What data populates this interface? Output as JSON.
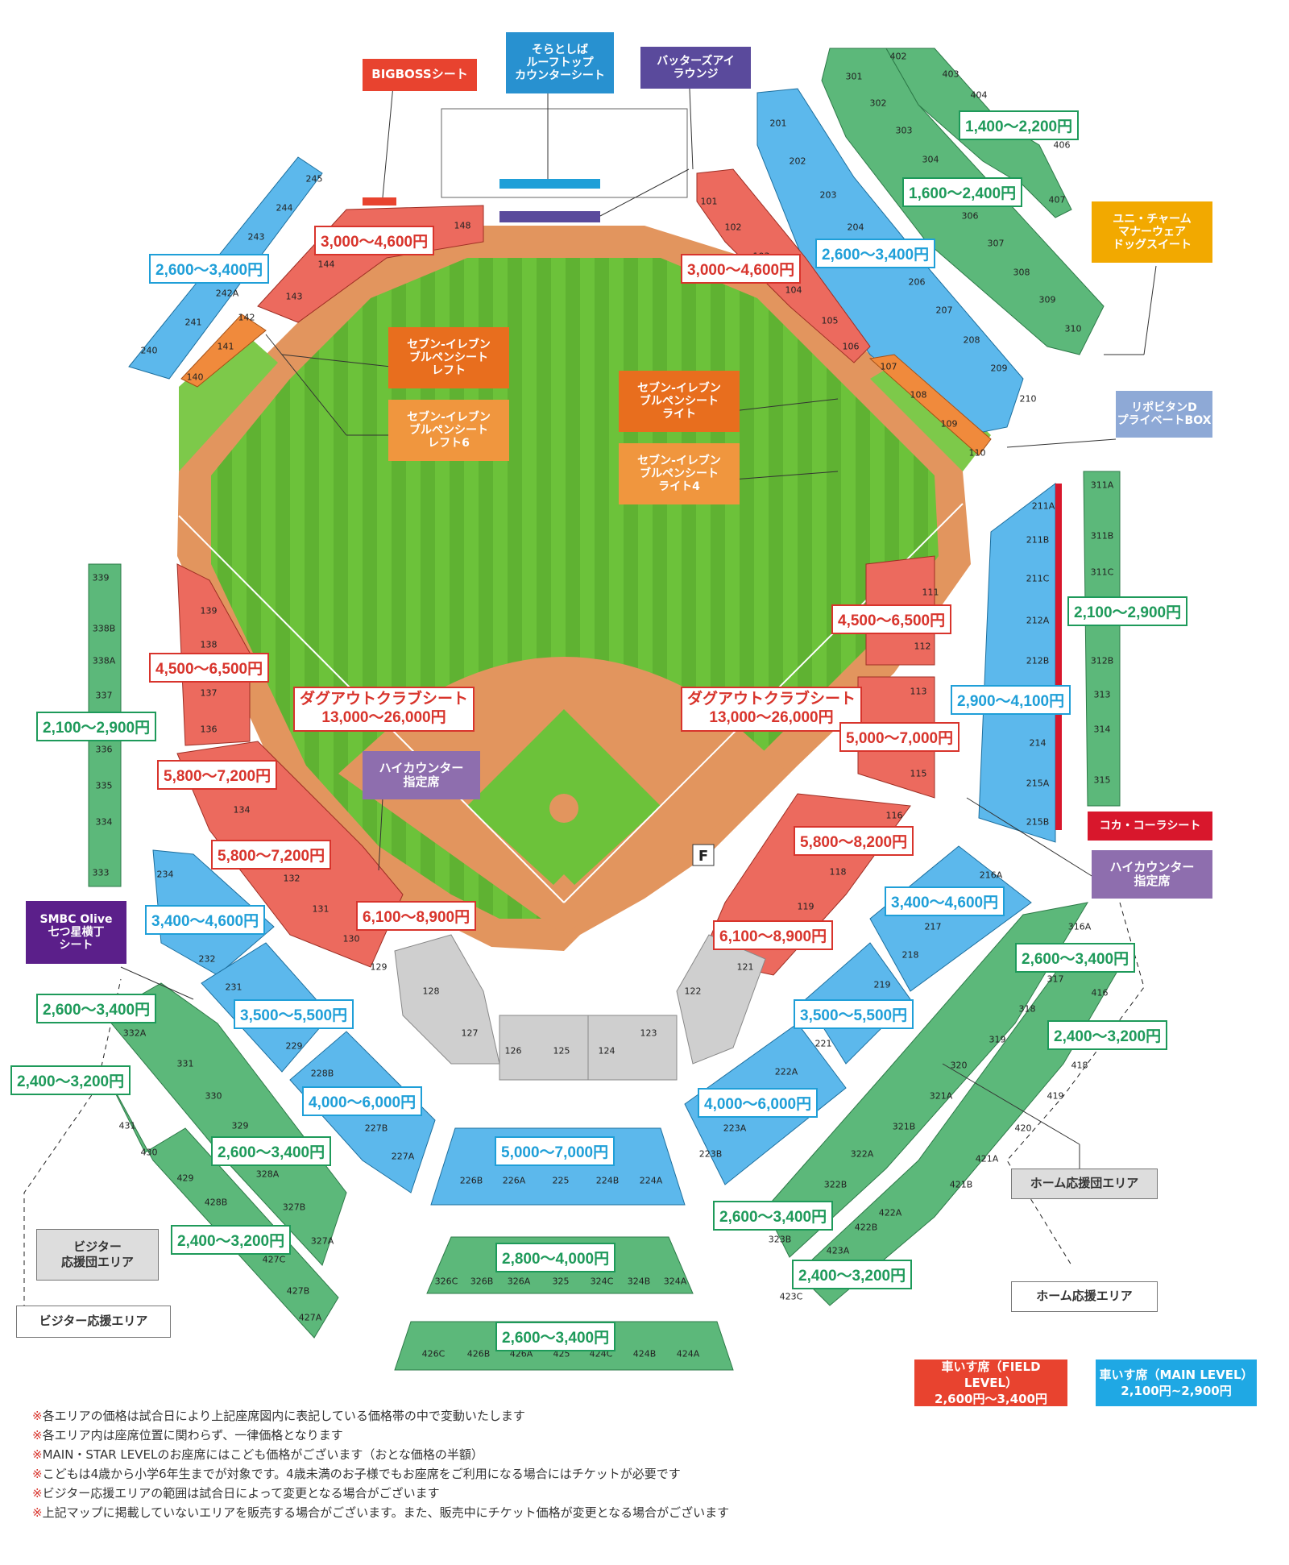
{
  "colors": {
    "green": "#5cb87a",
    "blue": "#5cb8ec",
    "red": "#ec6a5e",
    "gray": "#cfcfcf",
    "field": "#6cc23a",
    "dirt": "#e2955e",
    "orange": "#e86e1e",
    "lightorange": "#f0963e",
    "purple": "#5a4a9c",
    "violet": "#8e6eae",
    "crimson": "#d8172c",
    "amber": "#f2a900",
    "steel": "#8ea9d6"
  },
  "callouts": {
    "bigboss": "BIGBOSSシート",
    "sorato": "そらとしば\nルーフトップ\nカウンターシート",
    "batters_eye": "バッターズアイ\nラウンジ",
    "unicharm": "ユニ・チャーム\nマナーウェア\nドッグスイート",
    "lipovitan": "リポビタンD\nプライベートBOX",
    "bullpen_left": "セブン-イレブン\nブルペンシート\nレフト",
    "bullpen_left6": "セブン-イレブン\nブルペンシート\nレフト6",
    "bullpen_right": "セブン-イレブン\nブルペンシート\nライト",
    "bullpen_right4": "セブン-イレブン\nブルペンシート\nライト4",
    "high_counter_left": "ハイカウンター\n指定席",
    "high_counter_right": "ハイカウンター\n指定席",
    "cocacola": "コカ・コーラシート",
    "smbc": "SMBC Olive\n七つ星横丁\nシート",
    "visitor_cheer": "ビジター\n応援団エリア",
    "visitor_area": "ビジター応援エリア",
    "home_cheer": "ホーム応援団エリア",
    "home_area": "ホーム応援エリア"
  },
  "prices": {
    "p402": "1,400～2,200円",
    "p301": "1,600～2,400円",
    "p201": "2,600～3,400円",
    "p241": "2,600～3,400円",
    "p143": "3,000～4,600円",
    "p101": "3,000～4,600円",
    "p211": "2,100～2,900円",
    "p339": "2,100～2,900円",
    "p112": "4,500～6,500円",
    "p137": "4,500～6,500円",
    "p212": "2,900～4,100円",
    "dugout_left": "ダグアウトクラブシート\n13,000～26,000円",
    "dugout_right": "ダグアウトクラブシート\n13,000～26,000円",
    "p113": "5,000～7,000円",
    "p134": "5,800～7,200円",
    "p132": "5,800～7,200円",
    "p116": "5,800～8,200円",
    "p130": "6,100～8,900円",
    "p119": "6,100～8,900円",
    "p217": "3,400～4,600円",
    "p232": "3,400～4,600円",
    "p316": "2,600～3,400円",
    "p331": "2,600～3,400円",
    "p418": "2,400～3,200円",
    "p431": "2,400～3,200円",
    "p229": "3,500～5,500円",
    "p221": "3,500～5,500円",
    "p227": "4,000～6,000円",
    "p223": "4,000～6,000円",
    "p225": "5,000～7,000円",
    "p328": "2,600～3,400円",
    "p322": "2,600～3,400円",
    "p428": "2,400～3,200円",
    "p423": "2,400～3,200円",
    "p325": "2,800～4,000円",
    "p425": "2,600～3,400円"
  },
  "sections": {
    "s301": "301",
    "s302": "302",
    "s303": "303",
    "s304": "304",
    "s306": "306",
    "s307": "307",
    "s308": "308",
    "s309": "309",
    "s310": "310",
    "s402": "402",
    "s403": "403",
    "s404": "404",
    "s406": "406",
    "s407": "407",
    "s201": "201",
    "s202": "202",
    "s203": "203",
    "s204": "204",
    "s206": "206",
    "s207": "207",
    "s208": "208",
    "s209": "209",
    "s210": "210",
    "s101": "101",
    "s102": "102",
    "s103": "103",
    "s104": "104",
    "s105": "105",
    "s106": "106",
    "s107": "107",
    "s108": "108",
    "s109": "109",
    "s110": "110",
    "s240": "240",
    "s241": "241",
    "s242a": "242A",
    "s243": "243",
    "s244": "244",
    "s245": "245",
    "s140": "140",
    "s141": "141",
    "s142": "142",
    "s143": "143",
    "s144": "144",
    "s148": "148",
    "s139": "139",
    "s138": "138",
    "s137": "137",
    "s136": "136",
    "s134": "134",
    "s132": "132",
    "s131": "131",
    "s130": "130",
    "s129": "129",
    "s111": "111",
    "s112": "112",
    "s113": "113",
    "s115": "115",
    "s116": "116",
    "s118": "118",
    "s119": "119",
    "s121": "121",
    "s211a": "211A",
    "s211b": "211B",
    "s211c": "211C",
    "s212a": "212A",
    "s212b": "212B",
    "s214": "214",
    "s215a": "215A",
    "s215b": "215B",
    "s311a": "311A",
    "s311b": "311B",
    "s311c": "311C",
    "s312b": "312B",
    "s313": "313",
    "s314": "314",
    "s315": "315",
    "s339": "339",
    "s338b": "338B",
    "s338a": "338A",
    "s337": "337",
    "s336": "336",
    "s335": "335",
    "s334": "334",
    "s333": "333",
    "s234": "234",
    "s232": "232",
    "s231": "231",
    "s229": "229",
    "s228b": "228B",
    "s227b": "227B",
    "s227a": "227A",
    "s216a": "216A",
    "s217": "217",
    "s218": "218",
    "s219": "219",
    "s221": "221",
    "s222a": "222A",
    "s223a": "223A",
    "s223b": "223B",
    "s128": "128",
    "s127": "127",
    "s126": "126",
    "s125": "125",
    "s124": "124",
    "s123": "123",
    "s122": "122",
    "s226b": "226B",
    "s226a": "226A",
    "s225": "225",
    "s224b": "224B",
    "s224a": "224A",
    "s326c": "326C",
    "s326b": "326B",
    "s326a": "326A",
    "s325": "325",
    "s324c": "324C",
    "s324b": "324B",
    "s324a": "324A",
    "s426c": "426C",
    "s426b": "426B",
    "s426a": "426A",
    "s425": "425",
    "s424c": "424C",
    "s424b": "424B",
    "s424a": "424A",
    "s332a": "332A",
    "s331": "331",
    "s330": "330",
    "s329": "329",
    "s328a": "328A",
    "s327b": "327B",
    "s327a": "327A",
    "s431": "431",
    "s430": "430",
    "s429": "429",
    "s428b": "428B",
    "s427c": "427C",
    "s427b": "427B",
    "s427a": "427A",
    "s316a": "316A",
    "s317": "317",
    "s318": "318",
    "s319": "319",
    "s320": "320",
    "s321a": "321A",
    "s321b": "321B",
    "s322a": "322A",
    "s322b": "322B",
    "s323b": "323B",
    "s416": "416",
    "s418": "418",
    "s419": "419",
    "s420": "420",
    "s421a": "421A",
    "s421b": "421B",
    "s422a": "422A",
    "s422b": "422B",
    "s423a": "423A",
    "s423c": "423C"
  },
  "legend": {
    "field_level": "車いす席（FIELD LEVEL）\n2,600円～3,400円",
    "main_level": "車いす席（MAIN LEVEL）\n2,100円~2,900円"
  },
  "notes": [
    "各エリアの価格は試合日により上記座席図内に表記している価格帯の中で変動いたします",
    "各エリア内は座席位置に関わらず、一律価格となります",
    "MAIN・STAR LEVELのお座席にはこども価格がございます（おとな価格の半額）",
    "こどもは4歳から小学6年生までが対象です。4歳未満のお子様でもお座席をご利用になる場合にはチケットが必要です",
    "ビジター応援エリアの範囲は試合日によって変更となる場合がございます",
    "上記マップに掲載していないエリアを販売する場合がございます。また、販売中にチケット価格が変更となる場合がございます"
  ]
}
